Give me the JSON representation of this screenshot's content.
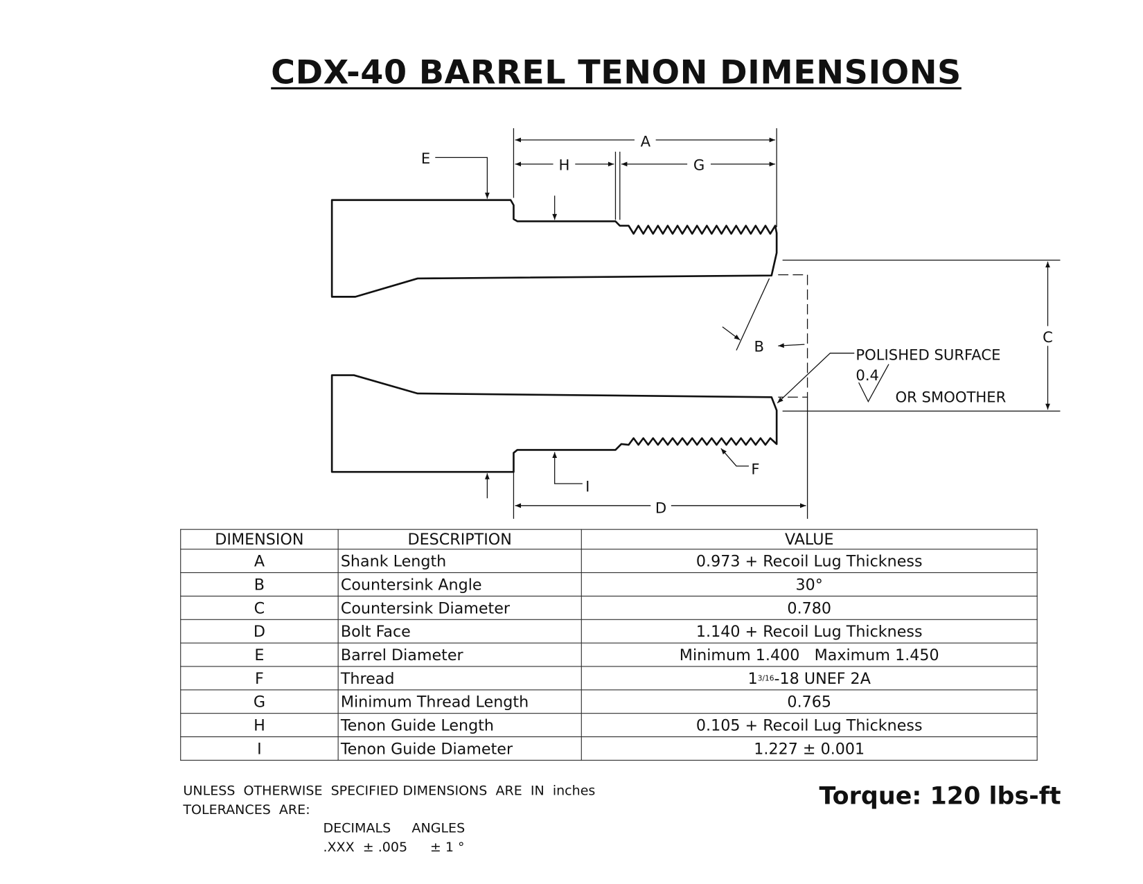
{
  "title": "CDX-40 BARREL TENON DIMENSIONS",
  "drawing": {
    "labels": {
      "A": "A",
      "B": "B",
      "C": "C",
      "D": "D",
      "E": "E",
      "F": "F",
      "G": "G",
      "H": "H",
      "I": "I"
    },
    "surface_note": {
      "line1": "POLISHED SURFACE",
      "roughness": "0.4",
      "line2": "OR SMOOTHER"
    }
  },
  "table": {
    "headers": [
      "DIMENSION",
      "DESCRIPTION",
      "VALUE"
    ],
    "rows": [
      {
        "dim": "A",
        "desc": "Shank Length",
        "value": "0.973 + Recoil Lug Thickness"
      },
      {
        "dim": "B",
        "desc": "Countersink Angle",
        "value": "30°"
      },
      {
        "dim": "C",
        "desc": "Countersink Diameter",
        "value": "0.780"
      },
      {
        "dim": "D",
        "desc": "Bolt Face",
        "value": "1.140 + Recoil Lug Thickness"
      },
      {
        "dim": "E",
        "desc": "Barrel Diameter",
        "value": "Minimum 1.400   Maximum 1.450"
      },
      {
        "dim": "F",
        "desc": "Thread",
        "value_whole": "1",
        "value_frac": "3/16",
        "value_rest": "-18 UNEF 2A"
      },
      {
        "dim": "G",
        "desc": "Minimum Thread Length",
        "value": "0.765"
      },
      {
        "dim": "H",
        "desc": "Tenon Guide Length",
        "value": "0.105 + Recoil Lug Thickness"
      },
      {
        "dim": "I",
        "desc": "Tenon Guide Diameter",
        "value": "1.227 ± 0.001"
      }
    ]
  },
  "notes": {
    "line1": "UNLESS  OTHERWISE  SPECIFIED DIMENSIONS  ARE  IN  inches",
    "line2": "TOLERANCES  ARE:",
    "decimals_label": "DECIMALS",
    "angles_label": "ANGLES",
    "decimals_value": ".XXX  ± .005",
    "angles_value": "± 1 °"
  },
  "torque": "Torque: 120 lbs-ft"
}
